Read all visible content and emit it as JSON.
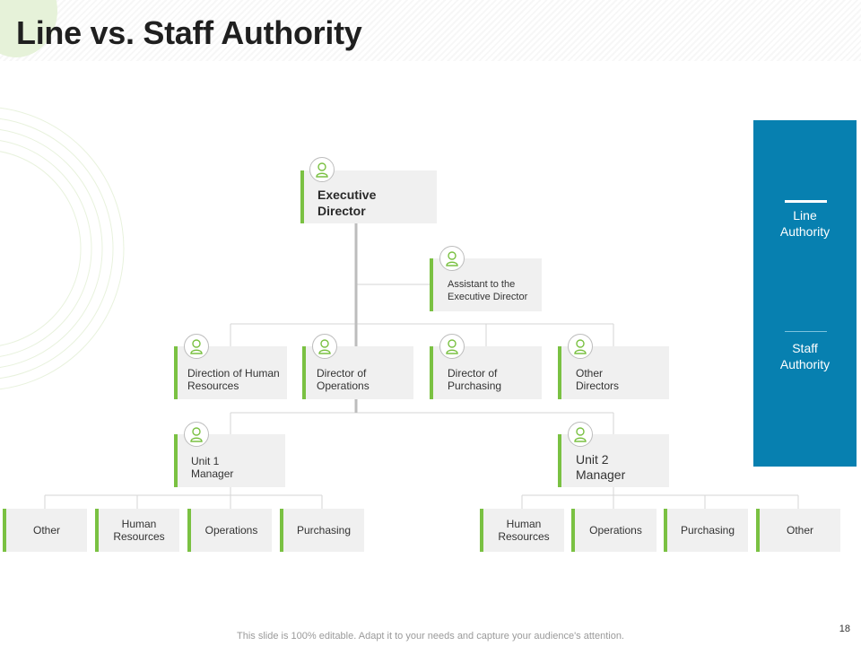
{
  "slide": {
    "title": "Line vs. Staff Authority",
    "footer": "This slide is 100% editable. Adapt it to your needs and capture your audience's attention.",
    "page_number": "18"
  },
  "org_chart": {
    "executive": "Executive Director",
    "assistant": "Assistant to the Executive Director",
    "directors": [
      "Direction of Human Resources",
      "Director of Operations",
      "Director of Purchasing",
      "Other Directors"
    ],
    "unit1_manager": "Unit 1 Manager",
    "unit2_manager": "Unit 2 Manager",
    "unit1_departments": [
      "Other",
      "Human Resources",
      "Operations",
      "Purchasing"
    ],
    "unit2_departments": [
      "Human Resources",
      "Operations",
      "Purchasing",
      "Other"
    ]
  },
  "legend": {
    "line_authority": "Line Authority",
    "staff_authority": "Staff Authority"
  },
  "colors": {
    "accent_green": "#7ac142",
    "panel_blue": "#0780b0",
    "box_gray": "#f0f0f0",
    "line_authority": "#bdbdbd",
    "staff_authority": "#d6d6d6"
  },
  "icons": {
    "person": "person-outline-icon"
  }
}
